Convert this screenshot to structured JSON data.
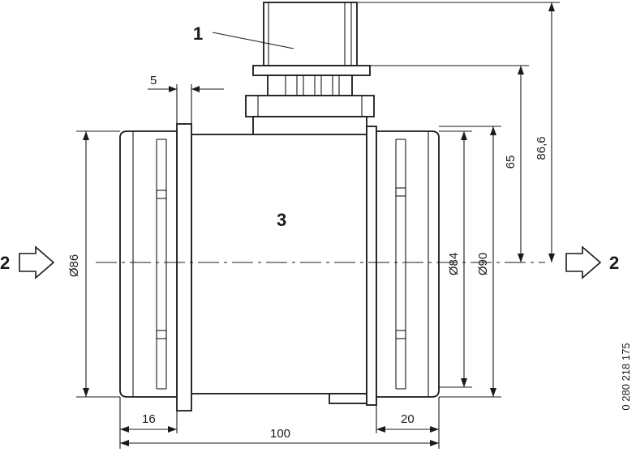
{
  "callouts": {
    "connector": "1",
    "flow_in": "2",
    "flow_out": "2",
    "housing": "3"
  },
  "dimensions": {
    "flange_thickness": "5",
    "connector_height": "86,6",
    "center_to_flange": "65",
    "inlet_diameter": "Ø86",
    "outlet_inner_diameter": "Ø84",
    "outlet_outer_diameter": "Ø90",
    "inlet_length": "16",
    "outlet_length": "20",
    "total_length": "100"
  },
  "part_number": "0 280 218 175"
}
